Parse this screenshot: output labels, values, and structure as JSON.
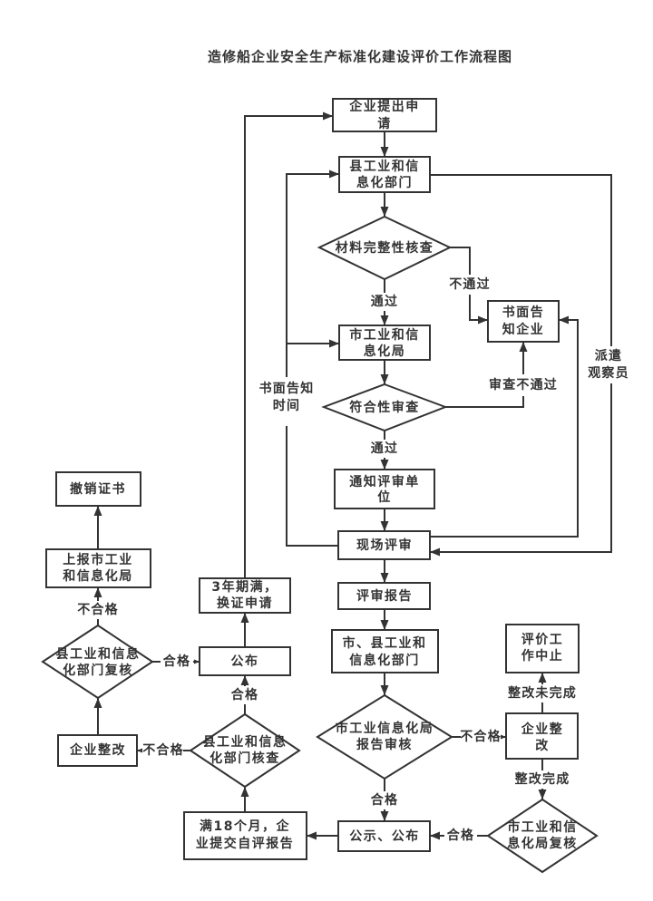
{
  "title": "造修船企业安全生产标准化建设评价工作流程图",
  "colors": {
    "line": "#333333",
    "text": "#333333",
    "fill": "#ffffff"
  },
  "nodes": {
    "apply": {
      "shape": "box",
      "lines": [
        "企业提出申",
        "请"
      ]
    },
    "county_dept": {
      "shape": "box",
      "lines": [
        "县工业和信",
        "息化部门"
      ]
    },
    "material_check": {
      "shape": "diamond",
      "lines": [
        "材料完整性核查"
      ]
    },
    "written_notice": {
      "shape": "box",
      "lines": [
        "书面告",
        "知企业"
      ]
    },
    "city_bureau": {
      "shape": "box",
      "lines": [
        "市工业和信",
        "息化局"
      ]
    },
    "compliance_review": {
      "shape": "diamond",
      "lines": [
        "符合性审查"
      ]
    },
    "notify_reviewer": {
      "shape": "box",
      "lines": [
        "通知评审单",
        "位"
      ]
    },
    "site_review": {
      "shape": "box",
      "lines": [
        "现场评审"
      ]
    },
    "review_report": {
      "shape": "box",
      "lines": [
        "评审报告"
      ]
    },
    "city_county_dept": {
      "shape": "box",
      "lines": [
        "市、县工业和",
        "信息化部门"
      ]
    },
    "report_audit": {
      "shape": "diamond",
      "lines": [
        "市工业信息化局",
        "报告审核"
      ]
    },
    "rectify_right": {
      "shape": "box",
      "lines": [
        "企业整",
        "改"
      ]
    },
    "eval_terminated": {
      "shape": "box",
      "lines": [
        "评价工",
        "作中止"
      ]
    },
    "city_recheck": {
      "shape": "diamond",
      "lines": [
        "市工业和信",
        "息化局复核"
      ]
    },
    "publicize": {
      "shape": "box",
      "lines": [
        "公示、公布"
      ]
    },
    "self_eval_report": {
      "shape": "box",
      "lines": [
        "满18个月，企",
        "业提交自评报告"
      ]
    },
    "county_inspect": {
      "shape": "diamond",
      "lines": [
        "县工业和信息",
        "化部门核查"
      ]
    },
    "publish": {
      "shape": "box",
      "lines": [
        "公布"
      ]
    },
    "renewal": {
      "shape": "box",
      "lines": [
        "3年期满，",
        "换证申请"
      ]
    },
    "rectify_left": {
      "shape": "box",
      "lines": [
        "企业整改"
      ]
    },
    "county_recheck": {
      "shape": "diamond",
      "lines": [
        "县工业和信息",
        "化部门复核"
      ]
    },
    "report_city": {
      "shape": "box",
      "lines": [
        "上报市工业",
        "和信息化局"
      ]
    },
    "revoke": {
      "shape": "box",
      "lines": [
        "撤销证书"
      ]
    }
  },
  "edge_labels": {
    "material_pass": "通过",
    "material_fail": "不通过",
    "compliance_pass": "通过",
    "compliance_fail": "审查不通过",
    "written_notice_time": [
      "书面告知",
      "时间"
    ],
    "dispatch_observer": [
      "派遣",
      "观察员"
    ],
    "audit_unqualified": "不合格",
    "rectify_incomplete": "整改未完成",
    "rectify_complete": "整改完成",
    "audit_qualified": "合格",
    "city_recheck_qualified": "合格",
    "county_inspect_qualified": "合格",
    "county_inspect_unqualified": "不合格",
    "county_recheck_qualified": "合格",
    "county_recheck_unqualified": "不合格"
  }
}
